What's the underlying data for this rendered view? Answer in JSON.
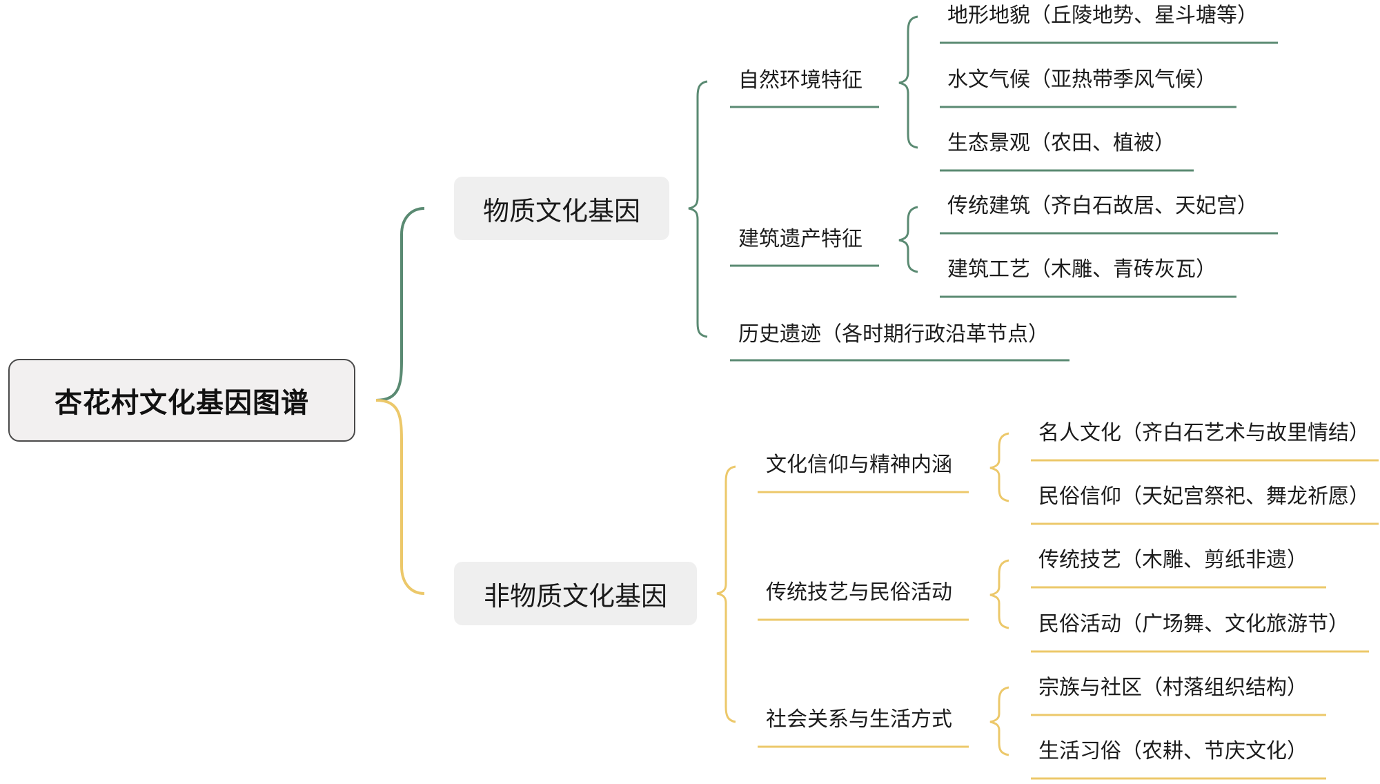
{
  "colors": {
    "green": "#5a8a72",
    "yellow": "#ecc86a",
    "root_border": "#4a4a4a",
    "root_fill": "#f2f0f0",
    "node_fill": "#efefef"
  },
  "root": {
    "label": "杏花村文化基因图谱"
  },
  "material": {
    "label": "物质文化基因",
    "natural": {
      "label": "自然环境特征",
      "items": [
        "地形地貌（丘陵地势、星斗塘等）",
        "水文气候（亚热带季风气候）",
        "生态景观（农田、植被）"
      ]
    },
    "architecture": {
      "label": "建筑遗产特征",
      "items": [
        "传统建筑（齐白石故居、天妃宫）",
        "建筑工艺（木雕、青砖灰瓦）"
      ]
    },
    "history": {
      "label": "历史遗迹（各时期行政沿革节点）"
    }
  },
  "immaterial": {
    "label": "非物质文化基因",
    "belief": {
      "label": "文化信仰与精神内涵",
      "items": [
        "名人文化（齐白石艺术与故里情结）",
        "民俗信仰（天妃宫祭祀、舞龙祈愿）"
      ]
    },
    "craft": {
      "label": "传统技艺与民俗活动",
      "items": [
        "传统技艺（木雕、剪纸非遗）",
        "民俗活动（广场舞、文化旅游节）"
      ]
    },
    "social": {
      "label": "社会关系与生活方式",
      "items": [
        "宗族与社区（村落组织结构）",
        "生活习俗（农耕、节庆文化）"
      ]
    }
  }
}
